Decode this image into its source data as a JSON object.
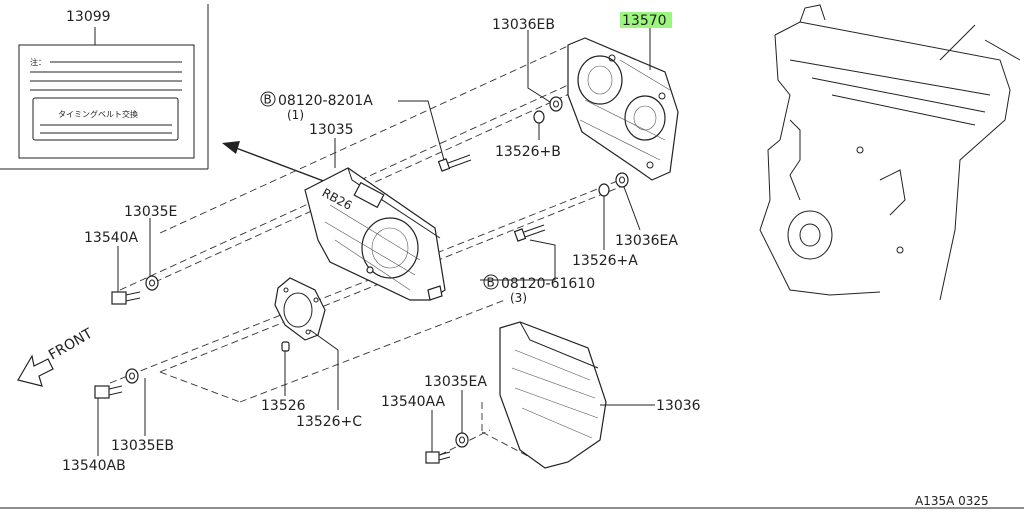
{
  "labels": {
    "p13099": "13099",
    "p13570": "13570",
    "p13036EB": "13036EB",
    "p08120_8201A": "08120-8201A",
    "p08120_8201A_qty": "(1)",
    "p13035": "13035",
    "p13526B": "13526+B",
    "p13035E": "13035E",
    "p13540A": "13540A",
    "p13036EA": "13036EA",
    "p13526A": "13526+A",
    "p08120_61610": "08120-61610",
    "p08120_61610_qty": "(3)",
    "p13526": "13526",
    "p13526C": "13526+C",
    "p13035EA": "13035EA",
    "p13540AA": "13540AA",
    "p13035EB": "13035EB",
    "p13540AB": "13540AB",
    "p13036": "13036",
    "front": "FRONT",
    "bolt_marker": "B",
    "cover_logo": "RB26",
    "caption": "A135A 0325"
  },
  "label_card": {
    "note_prefix": "注：",
    "text": "タイミングベルト交換"
  },
  "colors": {
    "highlight": "#9cf57e",
    "line": "#222222"
  }
}
